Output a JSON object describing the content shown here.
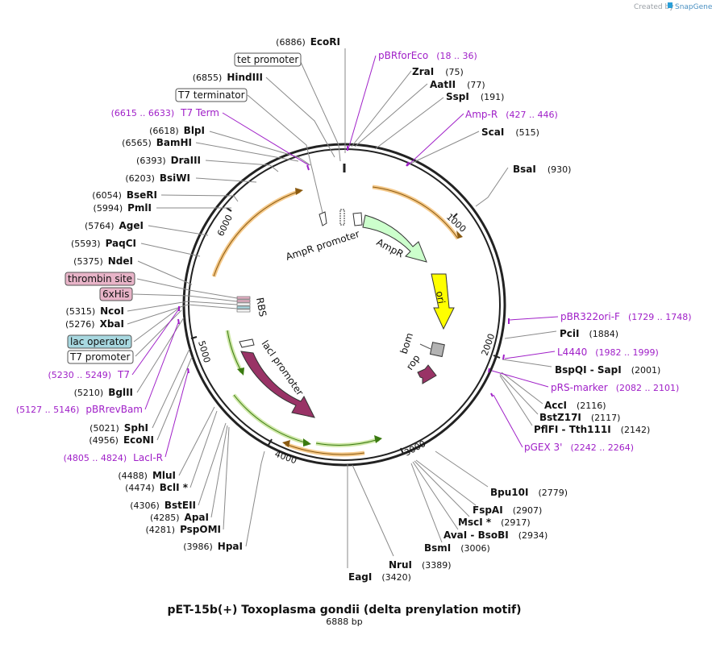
{
  "credit": {
    "created_by": "Created by",
    "brand": "SnapGene"
  },
  "map": {
    "title": "pET-15b(+) Toxoplasma gondii (delta prenylation motif)",
    "length_label": "6888 bp",
    "ticks": [
      "1000",
      "2000",
      "3000",
      "4000",
      "5000",
      "6000"
    ]
  },
  "features": [
    {
      "name": "AmpR promoter",
      "color": "#ffffff"
    },
    {
      "name": "AmpR",
      "color": "#ccffcc"
    },
    {
      "name": "ori",
      "color": "#ffff00"
    },
    {
      "name": "bom",
      "color": "#b3b3b3"
    },
    {
      "name": "rop",
      "color": "#993366"
    },
    {
      "name": "lacI promoter",
      "color": "#ffffff"
    },
    {
      "name": "lacI",
      "color": "#993366"
    },
    {
      "name": "RBS",
      "color": "#ffffff"
    }
  ],
  "boxed_labels": [
    {
      "text": "tet promoter",
      "fill": "#ffffff"
    },
    {
      "text": "T7 terminator",
      "fill": "#ffffff"
    },
    {
      "text": "thrombin site",
      "fill": "#e8b4c8"
    },
    {
      "text": "6xHis",
      "fill": "#e8b4c8"
    },
    {
      "text": "lac operator",
      "fill": "#a8d8e0"
    },
    {
      "text": "T7 promoter",
      "fill": "#ffffff"
    }
  ],
  "sites_right": [
    {
      "name": "ZraI",
      "pos": "(75)"
    },
    {
      "name": "AatII",
      "pos": "(77)"
    },
    {
      "name": "SspI",
      "pos": "(191)"
    },
    {
      "name": "ScaI",
      "pos": "(515)"
    },
    {
      "name": "BsaI",
      "pos": "(930)"
    },
    {
      "name": "PciI",
      "pos": "(1884)"
    },
    {
      "name": "BspQI  -  SapI",
      "pos": "(2001)"
    },
    {
      "name": "AccI",
      "pos": "(2116)"
    },
    {
      "name": "BstZ17I",
      "pos": "(2117)"
    },
    {
      "name": "PflFI  -  Tth111I",
      "pos": "(2142)"
    },
    {
      "name": "Bpu10I",
      "pos": "(2779)"
    },
    {
      "name": "FspAI",
      "pos": "(2907)"
    },
    {
      "name": "MscI *",
      "pos": "(2917)"
    },
    {
      "name": "AvaI  -  BsoBI",
      "pos": "(2934)"
    },
    {
      "name": "BsmI",
      "pos": "(3006)"
    },
    {
      "name": "NruI",
      "pos": "(3389)"
    },
    {
      "name": "EagI",
      "pos": "(3420)"
    }
  ],
  "sites_left": [
    {
      "name": "EcoRI",
      "pos": "(6886)"
    },
    {
      "name": "HindIII",
      "pos": "(6855)"
    },
    {
      "name": "BlpI",
      "pos": "(6618)"
    },
    {
      "name": "BamHI",
      "pos": "(6565)"
    },
    {
      "name": "DraIII",
      "pos": "(6393)"
    },
    {
      "name": "BsiWI",
      "pos": "(6203)"
    },
    {
      "name": "BseRI",
      "pos": "(6054)"
    },
    {
      "name": "PmlI",
      "pos": "(5994)"
    },
    {
      "name": "AgeI",
      "pos": "(5764)"
    },
    {
      "name": "PaqCI",
      "pos": "(5593)"
    },
    {
      "name": "NdeI",
      "pos": "(5375)"
    },
    {
      "name": "NcoI",
      "pos": "(5315)"
    },
    {
      "name": "XbaI",
      "pos": "(5276)"
    },
    {
      "name": "BglII",
      "pos": "(5210)"
    },
    {
      "name": "SphI",
      "pos": "(5021)"
    },
    {
      "name": "EcoNI",
      "pos": "(4956)"
    },
    {
      "name": "MluI",
      "pos": "(4488)"
    },
    {
      "name": "BclI *",
      "pos": "(4474)"
    },
    {
      "name": "BstEII",
      "pos": "(4306)"
    },
    {
      "name": "ApaI",
      "pos": "(4285)"
    },
    {
      "name": "PspOMI",
      "pos": "(4281)"
    },
    {
      "name": "HpaI",
      "pos": "(3986)"
    }
  ],
  "primers": [
    {
      "name": "pBRforEco",
      "pos": "(18 .. 36)"
    },
    {
      "name": "Amp-R",
      "pos": "(427 .. 446)"
    },
    {
      "name": "pBR322ori-F",
      "pos": "(1729 .. 1748)"
    },
    {
      "name": "L4440",
      "pos": "(1982 .. 1999)"
    },
    {
      "name": "pRS-marker",
      "pos": "(2082 .. 2101)"
    },
    {
      "name": "pGEX 3'",
      "pos": "(2242 .. 2264)"
    },
    {
      "name": "T7 Term",
      "pos": "(6615 .. 6633)"
    },
    {
      "name": "T7",
      "pos": "(5230 .. 5249)"
    },
    {
      "name": "pBRrevBam",
      "pos": "(5127 .. 5146)"
    },
    {
      "name": "LacI-R",
      "pos": "(4805 .. 4824)"
    }
  ]
}
